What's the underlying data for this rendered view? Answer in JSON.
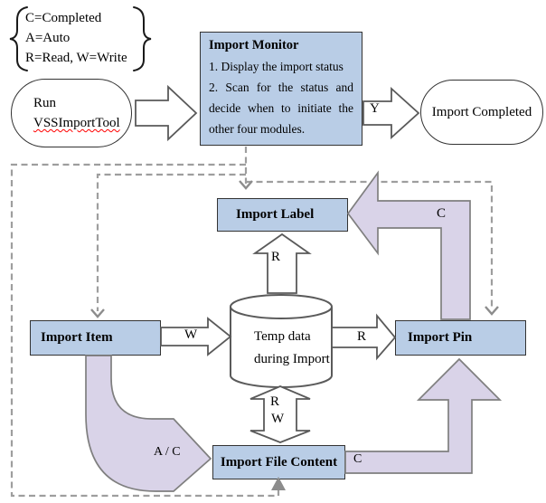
{
  "legend": {
    "brace_left_icon": "{",
    "brace_right_icon": "}",
    "lines": [
      "C=Completed",
      "A=Auto",
      "R=Read, W=Write"
    ]
  },
  "nodes": {
    "run_tool": {
      "line1": "Run",
      "line2": "VSSImportTool"
    },
    "import_monitor": {
      "title": "Import Monitor",
      "item1": "1. Display the import status",
      "item2": "2. Scan for the status and decide when to initiate the other four modules."
    },
    "import_completed": {
      "label": "Import Completed"
    },
    "import_label": {
      "label": "Import Label"
    },
    "import_item": {
      "label": "Import Item"
    },
    "import_pin": {
      "label": "Import Pin"
    },
    "import_file_content": {
      "label": "Import File Content"
    },
    "temp_data": {
      "line1": "Temp data",
      "line2": "during Import"
    }
  },
  "edge_labels": {
    "yes": "Y",
    "write": "W",
    "read_to_pin": "R",
    "read_to_label": "R",
    "rw_read": "R",
    "rw_write": "W",
    "auto_completed": "A / C",
    "completed_top": "C",
    "completed_bottom": "C"
  },
  "colors": {
    "node_fill": "#b9cde6",
    "node_border": "#333333",
    "flow_arrow_fill": "#d9d3e8",
    "flow_arrow_border": "#7f7f7f",
    "white_arrow_border": "#5a5a5a",
    "dashed_line": "#9e9e9e",
    "spellcheck_underline": "#ff0000"
  }
}
